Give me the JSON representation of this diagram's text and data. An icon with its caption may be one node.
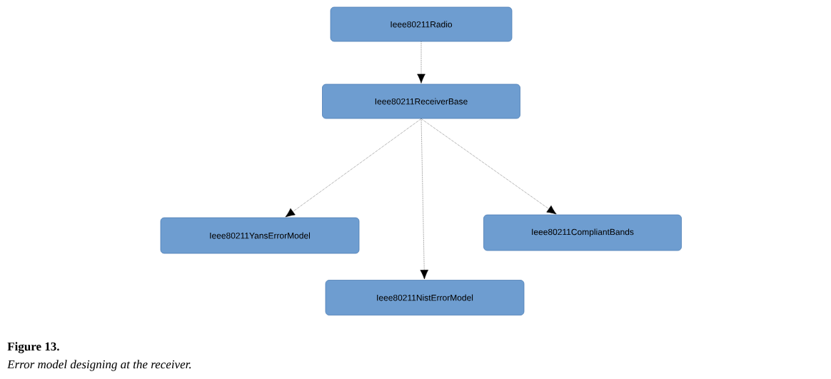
{
  "diagram": {
    "caption": "Error model designing at the receiver.",
    "nodes": [
      {
        "text": [
          "Ieee80211Radio"
        ]
      },
      {
        "text": [
          "Ieee80211ReceiverBase"
        ]
      },
      {
        "text": [
          "Ieee80211YansErrorModel"
        ]
      },
      {
        "text": [
          "Ieee80211CompliantBands"
        ]
      },
      {
        "text": [
          "Ieee80211NistErrorModel"
        ]
      }
    ],
    "edges": [
      {
        "from": 0,
        "to": 1,
        "arrow": "to",
        "style": "dashed"
      },
      {
        "from": 1,
        "to": 2,
        "arrow": "to",
        "style": "dashed"
      },
      {
        "from": 1,
        "to": 4,
        "arrow": "to",
        "style": "dashed"
      },
      {
        "from": 1,
        "to": 3,
        "arrow": "to",
        "style": "dashed"
      }
    ],
    "labels": [
      "Figure 13."
    ]
  }
}
